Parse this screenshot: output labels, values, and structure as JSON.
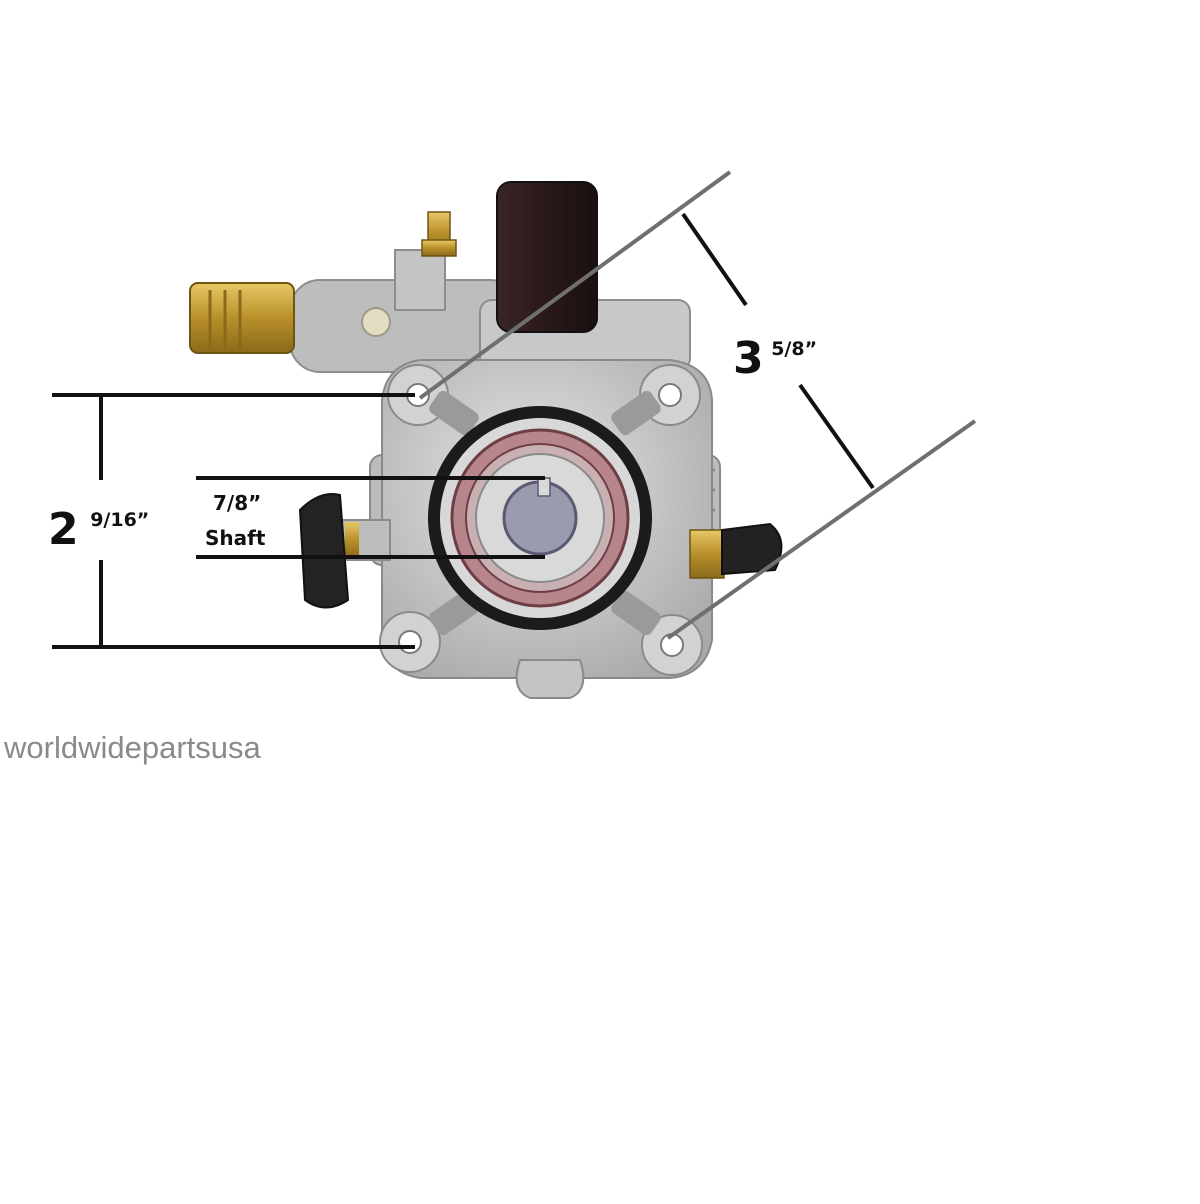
{
  "image": {
    "subject": "pressure washer pump, front view",
    "colors": {
      "background": "#ffffff",
      "dimension_line_black": "#111111",
      "dimension_line_grey": "#6f6f6f",
      "pump_body": "#c9c9c9",
      "cap_black": "#2a1c1c",
      "brass": "#c9a23a",
      "seal_red": "#9a5a62",
      "watermark": "#8a8a8a"
    }
  },
  "dimensions": {
    "height": {
      "whole": "2",
      "fraction": "9/16”"
    },
    "diagonal": {
      "whole": "3",
      "fraction": "5/8”"
    },
    "shaft": {
      "size": "7/8”",
      "label": "Shaft"
    }
  },
  "watermark": "worldwidepartsusa"
}
